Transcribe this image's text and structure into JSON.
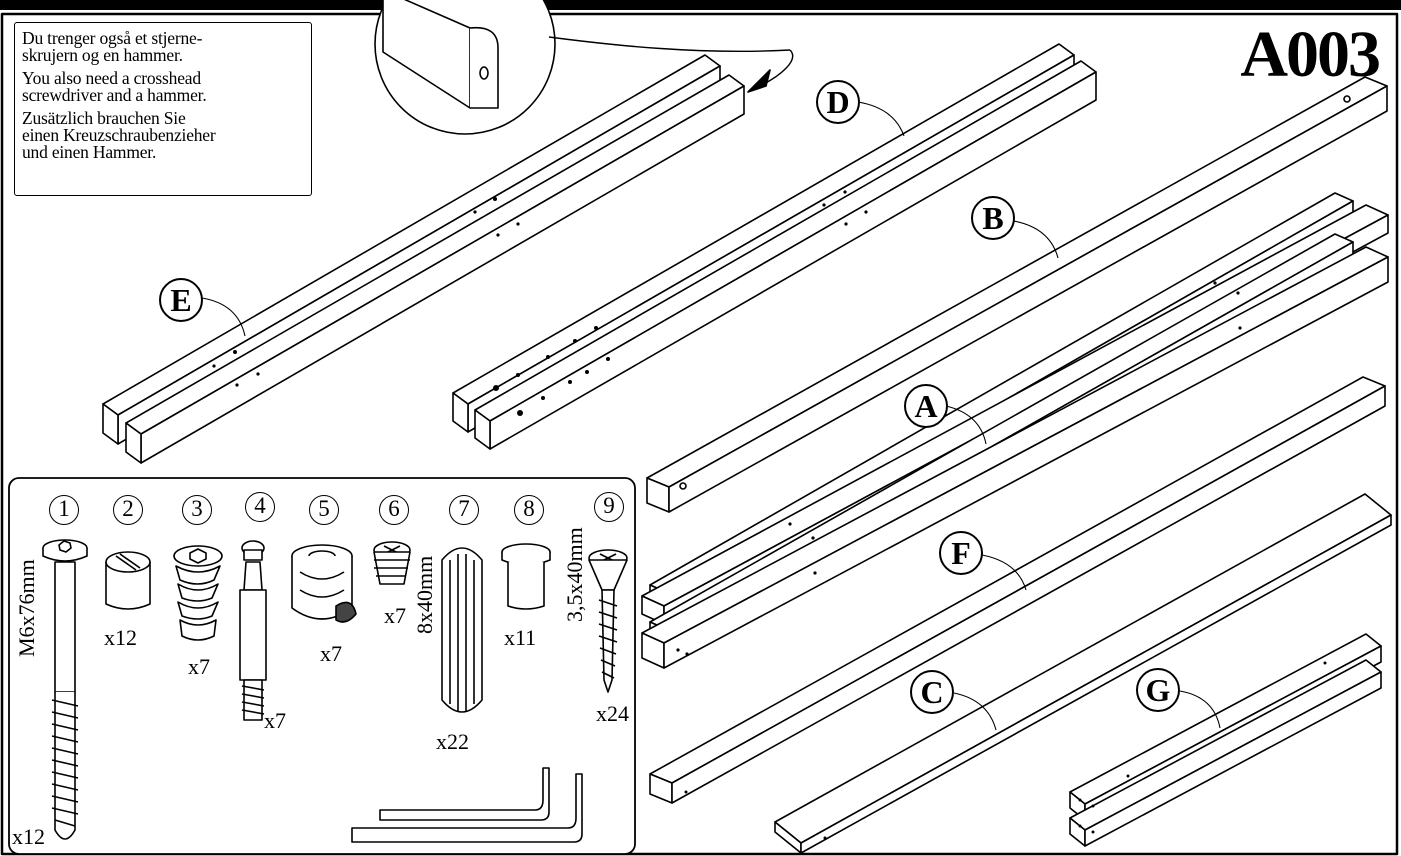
{
  "sheet_code": "A003",
  "tools_note": {
    "norwegian": [
      "Du trenger også et stjerne-",
      "skrujern og en hammer."
    ],
    "english": [
      "You also need a crosshead",
      "screwdriver and a hammer."
    ],
    "german": [
      "Zusätzlich brauchen Sie",
      "einen Kreuzschraubenzieher",
      "und einen Hammer."
    ]
  },
  "part_labels": [
    "A",
    "B",
    "C",
    "D",
    "E",
    "F",
    "G"
  ],
  "hardware": [
    {
      "number": "1",
      "quantity": "x12",
      "spec": "M6x76mm"
    },
    {
      "number": "2",
      "quantity": "x12"
    },
    {
      "number": "3",
      "quantity": "x7"
    },
    {
      "number": "4",
      "quantity": "x7"
    },
    {
      "number": "5",
      "quantity": "x7"
    },
    {
      "number": "6",
      "quantity": "x7"
    },
    {
      "number": "7",
      "quantity": "x22",
      "spec": "8x40mm"
    },
    {
      "number": "8",
      "quantity": "x11"
    },
    {
      "number": "9",
      "quantity": "x24",
      "spec": "3,5x40mm"
    }
  ],
  "icons": [
    "hammer-icon",
    "screwdriver-icon",
    "allen-key-icon"
  ]
}
